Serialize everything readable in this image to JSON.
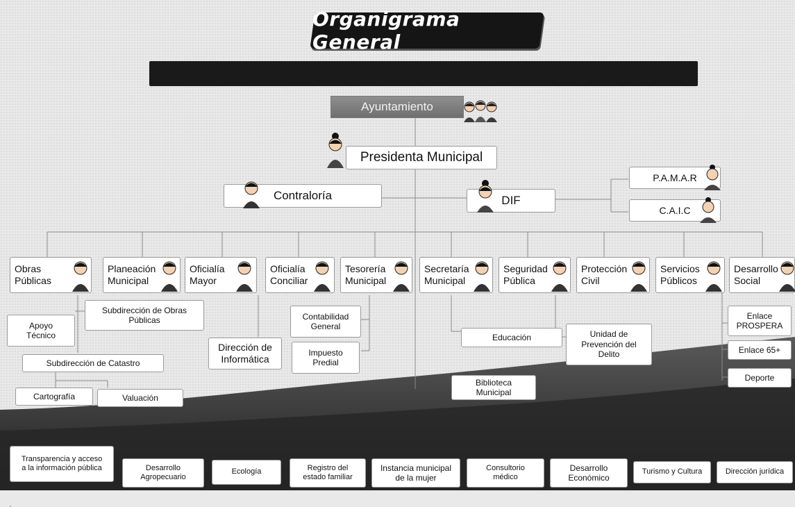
{
  "title": "Organigrama General",
  "ayuntamiento": "Ayuntamiento",
  "presidenta": "Presidenta Municipal",
  "contraloria": "Contraloría",
  "dif": "DIF",
  "pamar": "P.A.M.A.R",
  "caic": "C.A.I.C",
  "units": [
    {
      "line1": "Obras",
      "line2": "Públicas"
    },
    {
      "line1": "Planeación",
      "line2": "Municipal"
    },
    {
      "line1": "Oficialía",
      "line2": "Mayor"
    },
    {
      "line1": "Oficialía",
      "line2": "Conciliar"
    },
    {
      "line1": "Tesorería",
      "line2": "Municipal"
    },
    {
      "line1": "Secretaría",
      "line2": "Municipal"
    },
    {
      "line1": "Seguridad",
      "line2": "Pública"
    },
    {
      "line1": "Protección",
      "line2": "Civil"
    },
    {
      "line1": "Servicios",
      "line2": "Públicos"
    },
    {
      "line1": "Desarrollo",
      "line2": "Social"
    }
  ],
  "sub": {
    "subdireccion_obras": {
      "line1": "Subdirección de Obras",
      "line2": "Públicas"
    },
    "apoyo_tecnico": {
      "line1": "Apoyo",
      "line2": "Técnico"
    },
    "subdireccion_catastro": "Subdirección de Catastro",
    "cartografia": "Cartografía",
    "valuacion": "Valuación",
    "direccion_informatica": {
      "line1": "Dirección de",
      "line2": "Informática"
    },
    "contabilidad": {
      "line1": "Contabilidad",
      "line2": "General"
    },
    "impuesto": {
      "line1": "Impuesto",
      "line2": "Predial"
    },
    "educacion": "Educación",
    "biblioteca": {
      "line1": "Biblioteca",
      "line2": "Municipal"
    },
    "unidad_prevencion": {
      "line1": "Unidad de",
      "line2": "Prevención del",
      "line3": "Delito"
    },
    "enlace_prospera": {
      "line1": "Enlace",
      "line2": "PROSPERA"
    },
    "enlace65": "Enlace 65+",
    "deporte": "Deporte"
  },
  "bottom": [
    {
      "line1": "Transparencia y acceso",
      "line2": "a la información pública"
    },
    {
      "line1": "Desarrollo",
      "line2": "Agropecuario"
    },
    {
      "line1": "Ecología",
      "line2": ""
    },
    {
      "line1": "Registro del",
      "line2": "estado familiar"
    },
    {
      "line1": "Instancia municipal",
      "line2": "de la mujer"
    },
    {
      "line1": "Consultorio",
      "line2": "médico"
    },
    {
      "line1": "Desarrollo",
      "line2": "Económico"
    },
    {
      "line1": "Turismo y Cultura",
      "line2": ""
    },
    {
      "line1": "Dirección jurídica",
      "line2": ""
    }
  ],
  "colors": {
    "box_bg": "#ffffff",
    "box_border": "#9a9a9a",
    "title_bg": "#151515",
    "bar_bg": "#1a1a1a",
    "ground_dark": "#2b2b2b"
  }
}
